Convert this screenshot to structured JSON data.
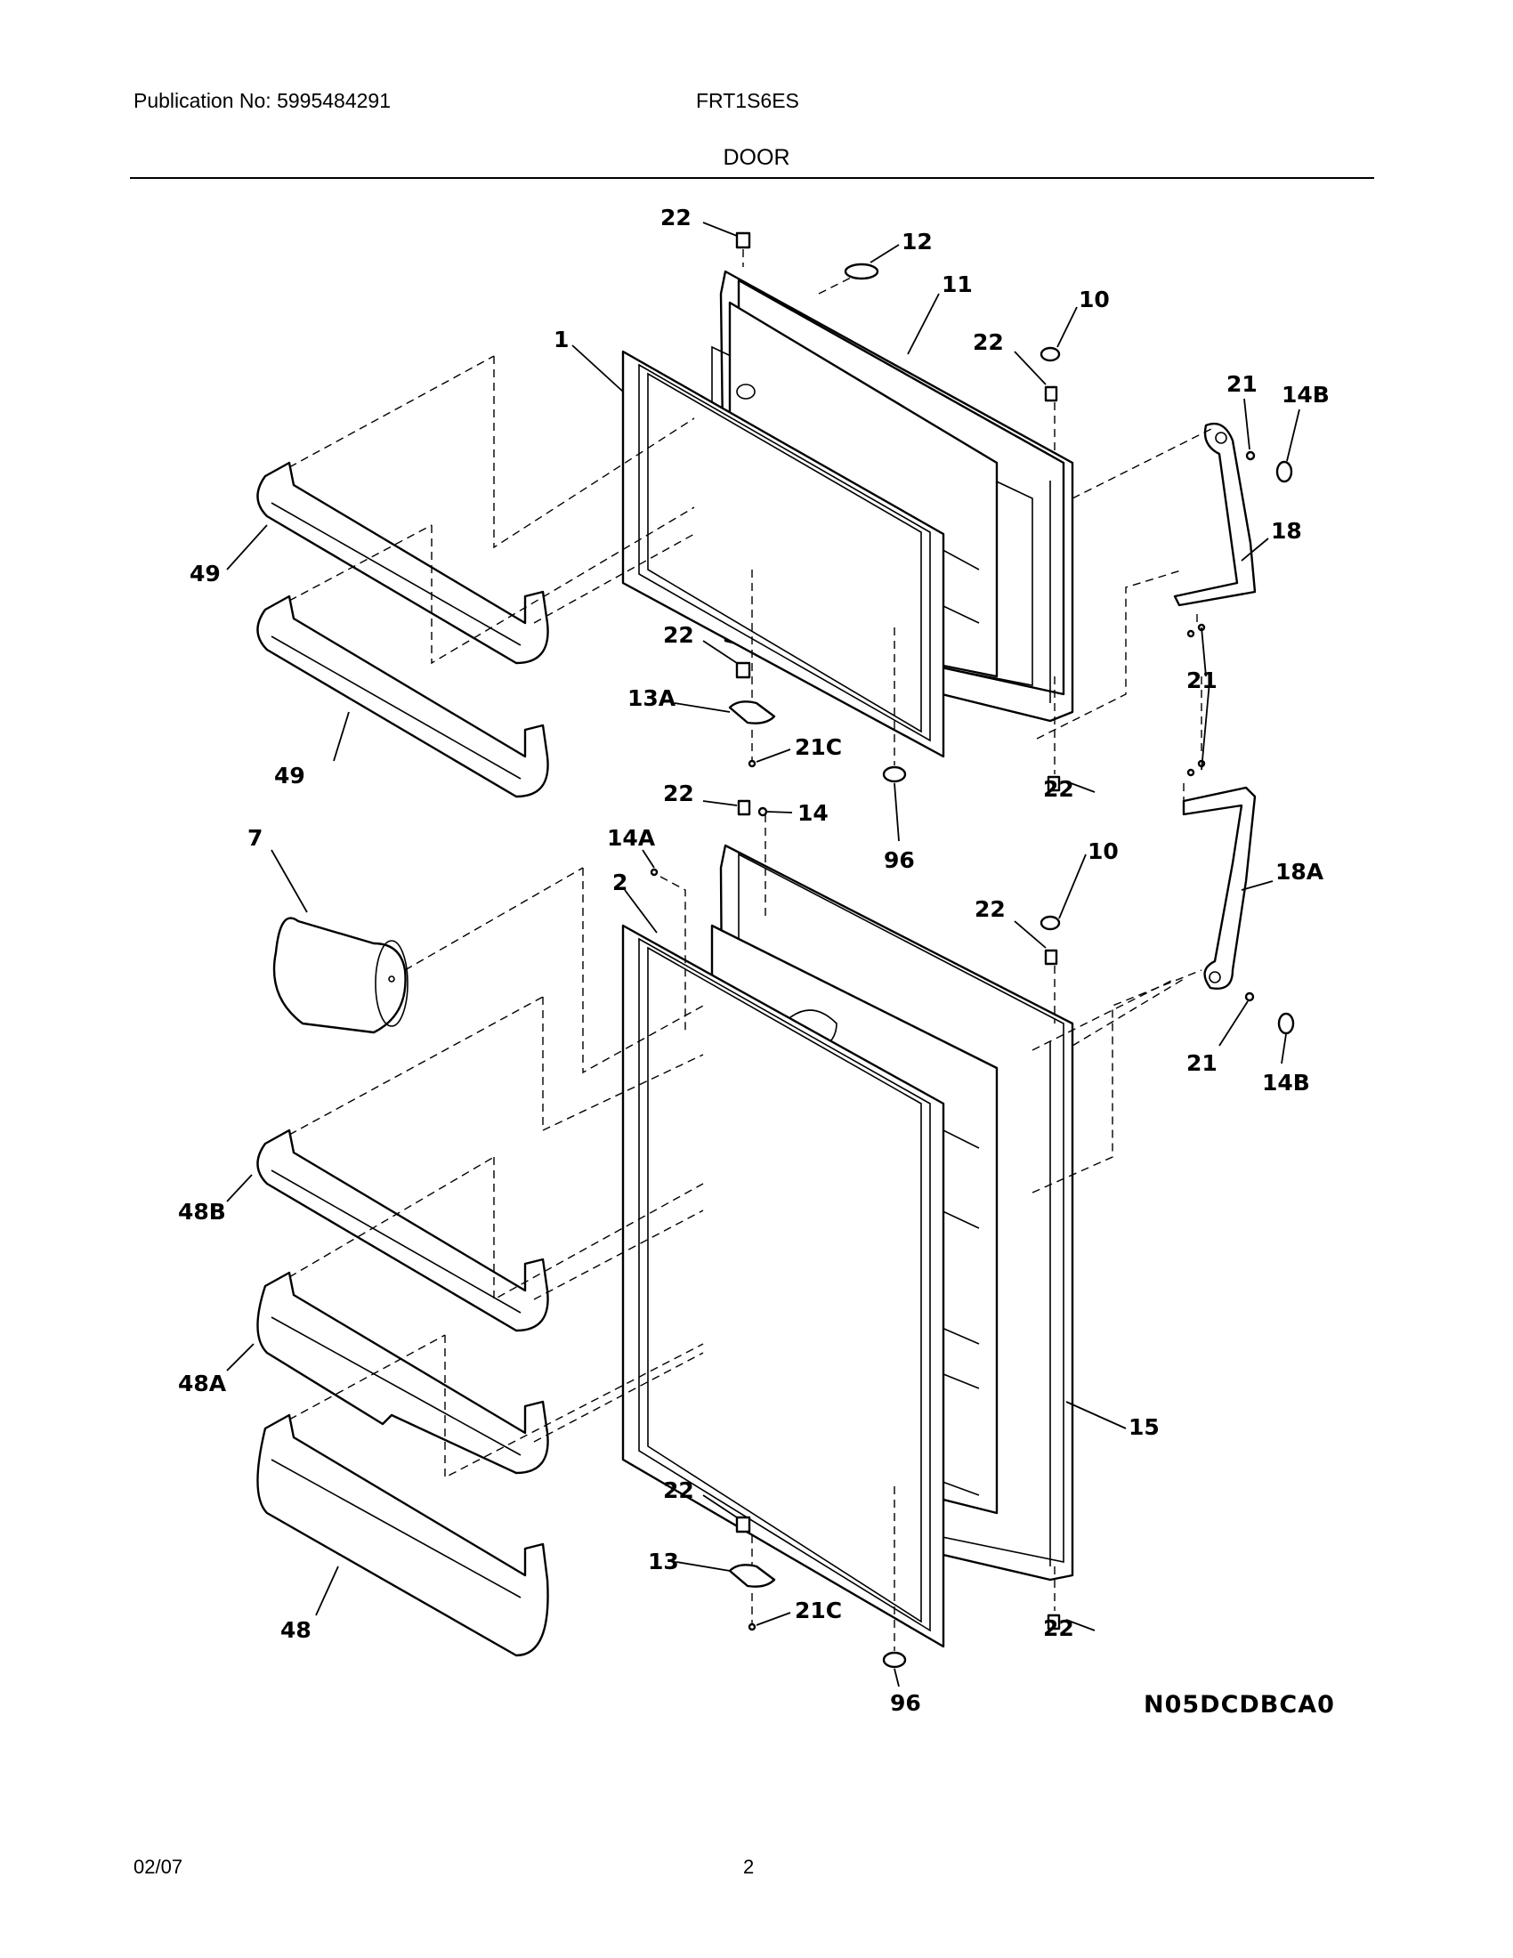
{
  "header": {
    "publication": "Publication No: 5995484291",
    "model": "FRT1S6ES",
    "section": "DOOR"
  },
  "diagram": {
    "code": "N05DCDBCA0",
    "labels": {
      "l_22a": "22",
      "l_12": "12",
      "l_11": "11",
      "l_10a": "10",
      "l_22b": "22",
      "l_1": "1",
      "l_21a": "21",
      "l_14Ba": "14B",
      "l_18": "18",
      "l_49a": "49",
      "l_22c": "22",
      "l_21b": "21",
      "l_13A": "13A",
      "l_21Ca": "21C",
      "l_49b": "49",
      "l_22d": "22",
      "l_22e": "22",
      "l_14": "14",
      "l_96a": "96",
      "l_14A": "14A",
      "l_7": "7",
      "l_2": "2",
      "l_10b": "10",
      "l_22f": "22",
      "l_18A": "18A",
      "l_21c": "21",
      "l_14Bb": "14B",
      "l_48B": "48B",
      "l_48A": "48A",
      "l_15": "15",
      "l_22g": "22",
      "l_13": "13",
      "l_21Cb": "21C",
      "l_48": "48",
      "l_22h": "22",
      "l_96b": "96"
    }
  },
  "footer": {
    "date": "02/07",
    "page": "2"
  }
}
